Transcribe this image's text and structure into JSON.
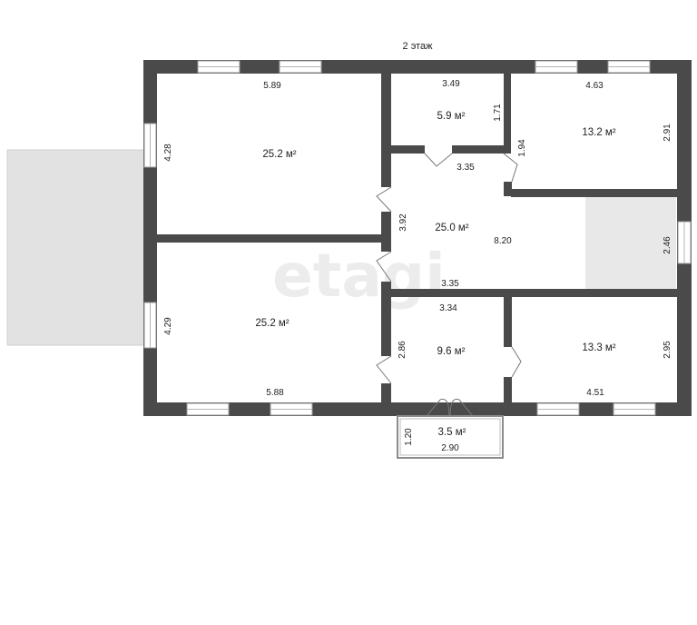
{
  "plan": {
    "title": "2 этаж",
    "watermark": "etagi",
    "colors": {
      "wall": "#4a4a4a",
      "terrace": "#e2e2e2",
      "nook": "#e8e8e8",
      "text": "#222222"
    },
    "rooms": [
      {
        "id": "top-left-room",
        "area": "25.2 м²",
        "width": "5.89",
        "height": "4.28"
      },
      {
        "id": "bottom-left-room",
        "area": "25.2 м²",
        "width": "5.88",
        "height": "4.29"
      },
      {
        "id": "small-top-room",
        "area": "5.9 м²",
        "width": "3.49",
        "height": "1.71"
      },
      {
        "id": "top-right-room",
        "area": "13.2 м²",
        "width": "4.63",
        "height": "2.91"
      },
      {
        "id": "hall",
        "area": "25.0 м²",
        "width": "3.35",
        "height": "3.92",
        "length": "8.20",
        "width_bottom": "3.35",
        "niche_height": "1.94"
      },
      {
        "id": "middle-bottom-room",
        "area": "9.6 м²",
        "width": "3.34",
        "height": "2.86"
      },
      {
        "id": "bottom-right-room",
        "area": "13.3 м²",
        "width": "4.51",
        "height": "2.95"
      },
      {
        "id": "balcony",
        "area": "3.5 м²",
        "width": "2.90",
        "height": "1.20"
      }
    ],
    "right_alcove_height": "2.46"
  }
}
